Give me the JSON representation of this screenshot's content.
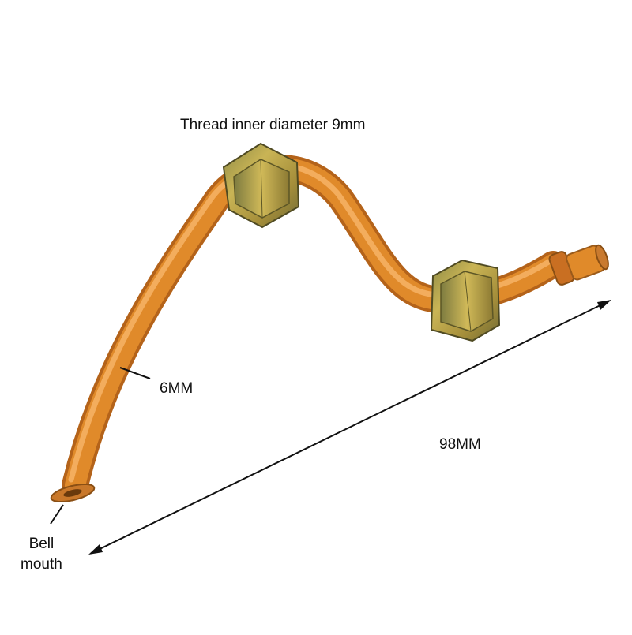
{
  "labels": {
    "thread_inner_diameter": "Thread inner diameter 9mm",
    "tube_diameter": "6MM",
    "length": "98MM",
    "bell_mouth_line1": "Bell",
    "bell_mouth_line2": "mouth"
  },
  "colors": {
    "background": "#ffffff",
    "copper_tube": "#e08a2a",
    "copper_highlight": "#f7b56a",
    "copper_shadow": "#b4631a",
    "nut_brass": "#b8a248",
    "nut_shadow": "#6f6a35",
    "annotation_line": "#111111"
  },
  "objects": {
    "part_name": "copper-fuel-line-with-two-fittings",
    "nut_icon": "hex-nut-icon"
  }
}
